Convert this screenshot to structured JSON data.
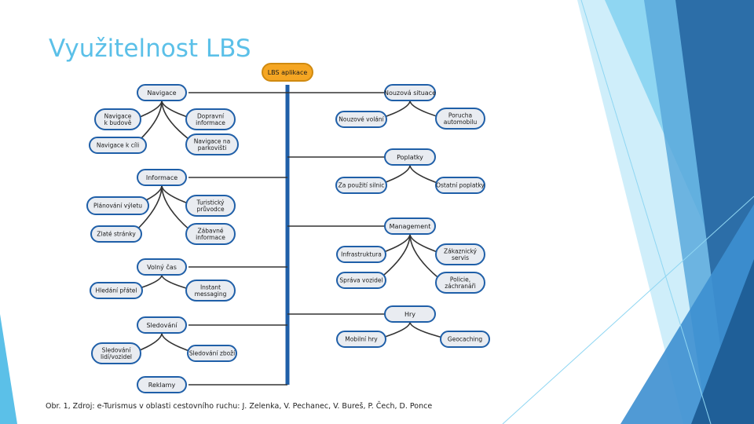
{
  "slide": {
    "title": "Využitelnost LBS",
    "caption": "Obr. 1, Zdroj: e-Turismus v oblasti cestovního ruchu: J. Zelenka, V. Pechanec, V. Bureš, P. Čech, D. Ponce"
  },
  "colors": {
    "title": "#5bc0e8",
    "root_fill": "#f5a623",
    "trunk": "#1f5fa8",
    "node_fill": "#e9ecf1",
    "node_stroke": "#1f5fa8"
  },
  "diagram": {
    "root": "LBS aplikace",
    "left": [
      {
        "label": "Navigace",
        "children": [
          "Navigace\nk budově",
          "Dopravní\ninformace",
          "Navigace k cíli",
          "Navigace na\nparkovišti"
        ]
      },
      {
        "label": "Informace",
        "children": [
          "Plánování výletu",
          "Turistický\nprůvodce",
          "Zlaté stránky",
          "Zábavné\ninformace"
        ]
      },
      {
        "label": "Volný čas",
        "children": [
          "Hledání přátel",
          "Instant\nmessaging"
        ]
      },
      {
        "label": "Sledování",
        "children": [
          "Sledování\nlidí/vozidel",
          "Sledování zboží"
        ]
      },
      {
        "label": "Reklamy",
        "children": []
      }
    ],
    "right": [
      {
        "label": "Nouzová situace",
        "children": [
          "Nouzové volání",
          "Porucha\nautomobilu"
        ]
      },
      {
        "label": "Poplatky",
        "children": [
          "Za použití silnic",
          "Ostatní poplatky"
        ]
      },
      {
        "label": "Management",
        "children": [
          "Infrastruktura",
          "Zákaznický\nservis",
          "Správa vozidel",
          "Policie,\nzáchranáři"
        ]
      },
      {
        "label": "Hry",
        "children": [
          "Mobilní hry",
          "Geocaching"
        ]
      }
    ]
  }
}
